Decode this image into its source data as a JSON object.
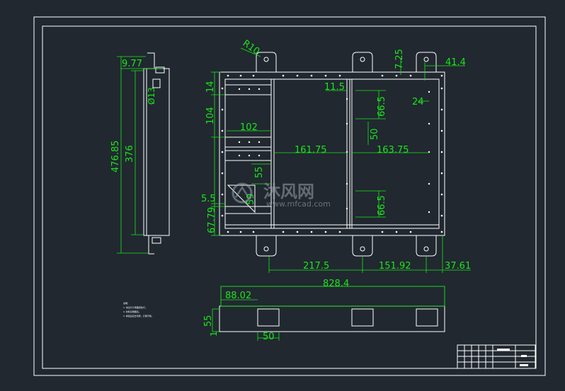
{
  "watermark": {
    "text": "沐风网",
    "url": "www.mfcad.com"
  },
  "side_view": {
    "dims": {
      "top_offset": "9.77",
      "hole": "Ø13",
      "total_height": "476.85",
      "body_height": "376"
    }
  },
  "front_view": {
    "dims": {
      "radius": "R10",
      "ear": "7.25",
      "right_edge": "41.4",
      "top_margin": "14",
      "h1": "104",
      "w1": "102",
      "rib_gap": "11.5",
      "rib_h1": "66.5",
      "rib_right": "24",
      "rib_mid": "50",
      "span_left": "161.75",
      "span_right": "163.75",
      "h2": "55",
      "left_gap": "5.5",
      "left_h": "59",
      "bottom_left": "67.79",
      "rib_h2": "66.5",
      "bottom_span1": "217.5",
      "bottom_span2": "151.92",
      "bottom_right": "37.61"
    }
  },
  "bottom_view": {
    "dims": {
      "overall": "828.4",
      "offset": "88.02",
      "height": "55",
      "small": "1",
      "slot": "50"
    }
  },
  "notes": {
    "title": "说明：",
    "lines": [
      "1. 未注尺寸按图纸执行。",
      "2. 材料见明细表。",
      "3. 焊接后应去毛刺、打磨平整。"
    ]
  }
}
